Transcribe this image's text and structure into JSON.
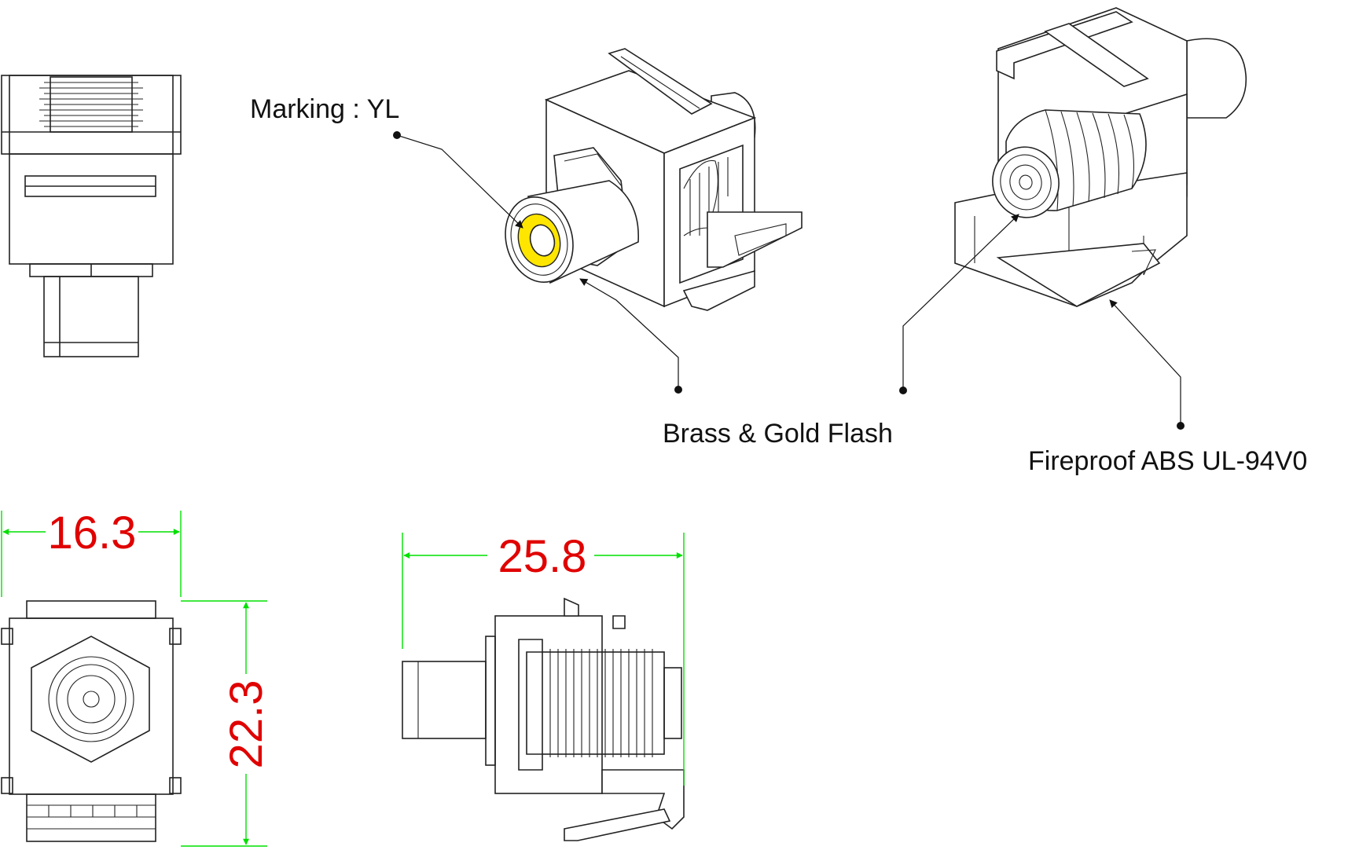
{
  "callouts": {
    "marking": "Marking : YL",
    "contact": "Brass & Gold Flash",
    "housing": "Fireproof ABS UL-94V0"
  },
  "dimensions": {
    "width": "16.3",
    "height": "22.3",
    "depth": "25.8"
  },
  "colors": {
    "marking_ring": "#ffe600",
    "dimension_line": "#00e000",
    "dimension_text": "#e00000"
  }
}
